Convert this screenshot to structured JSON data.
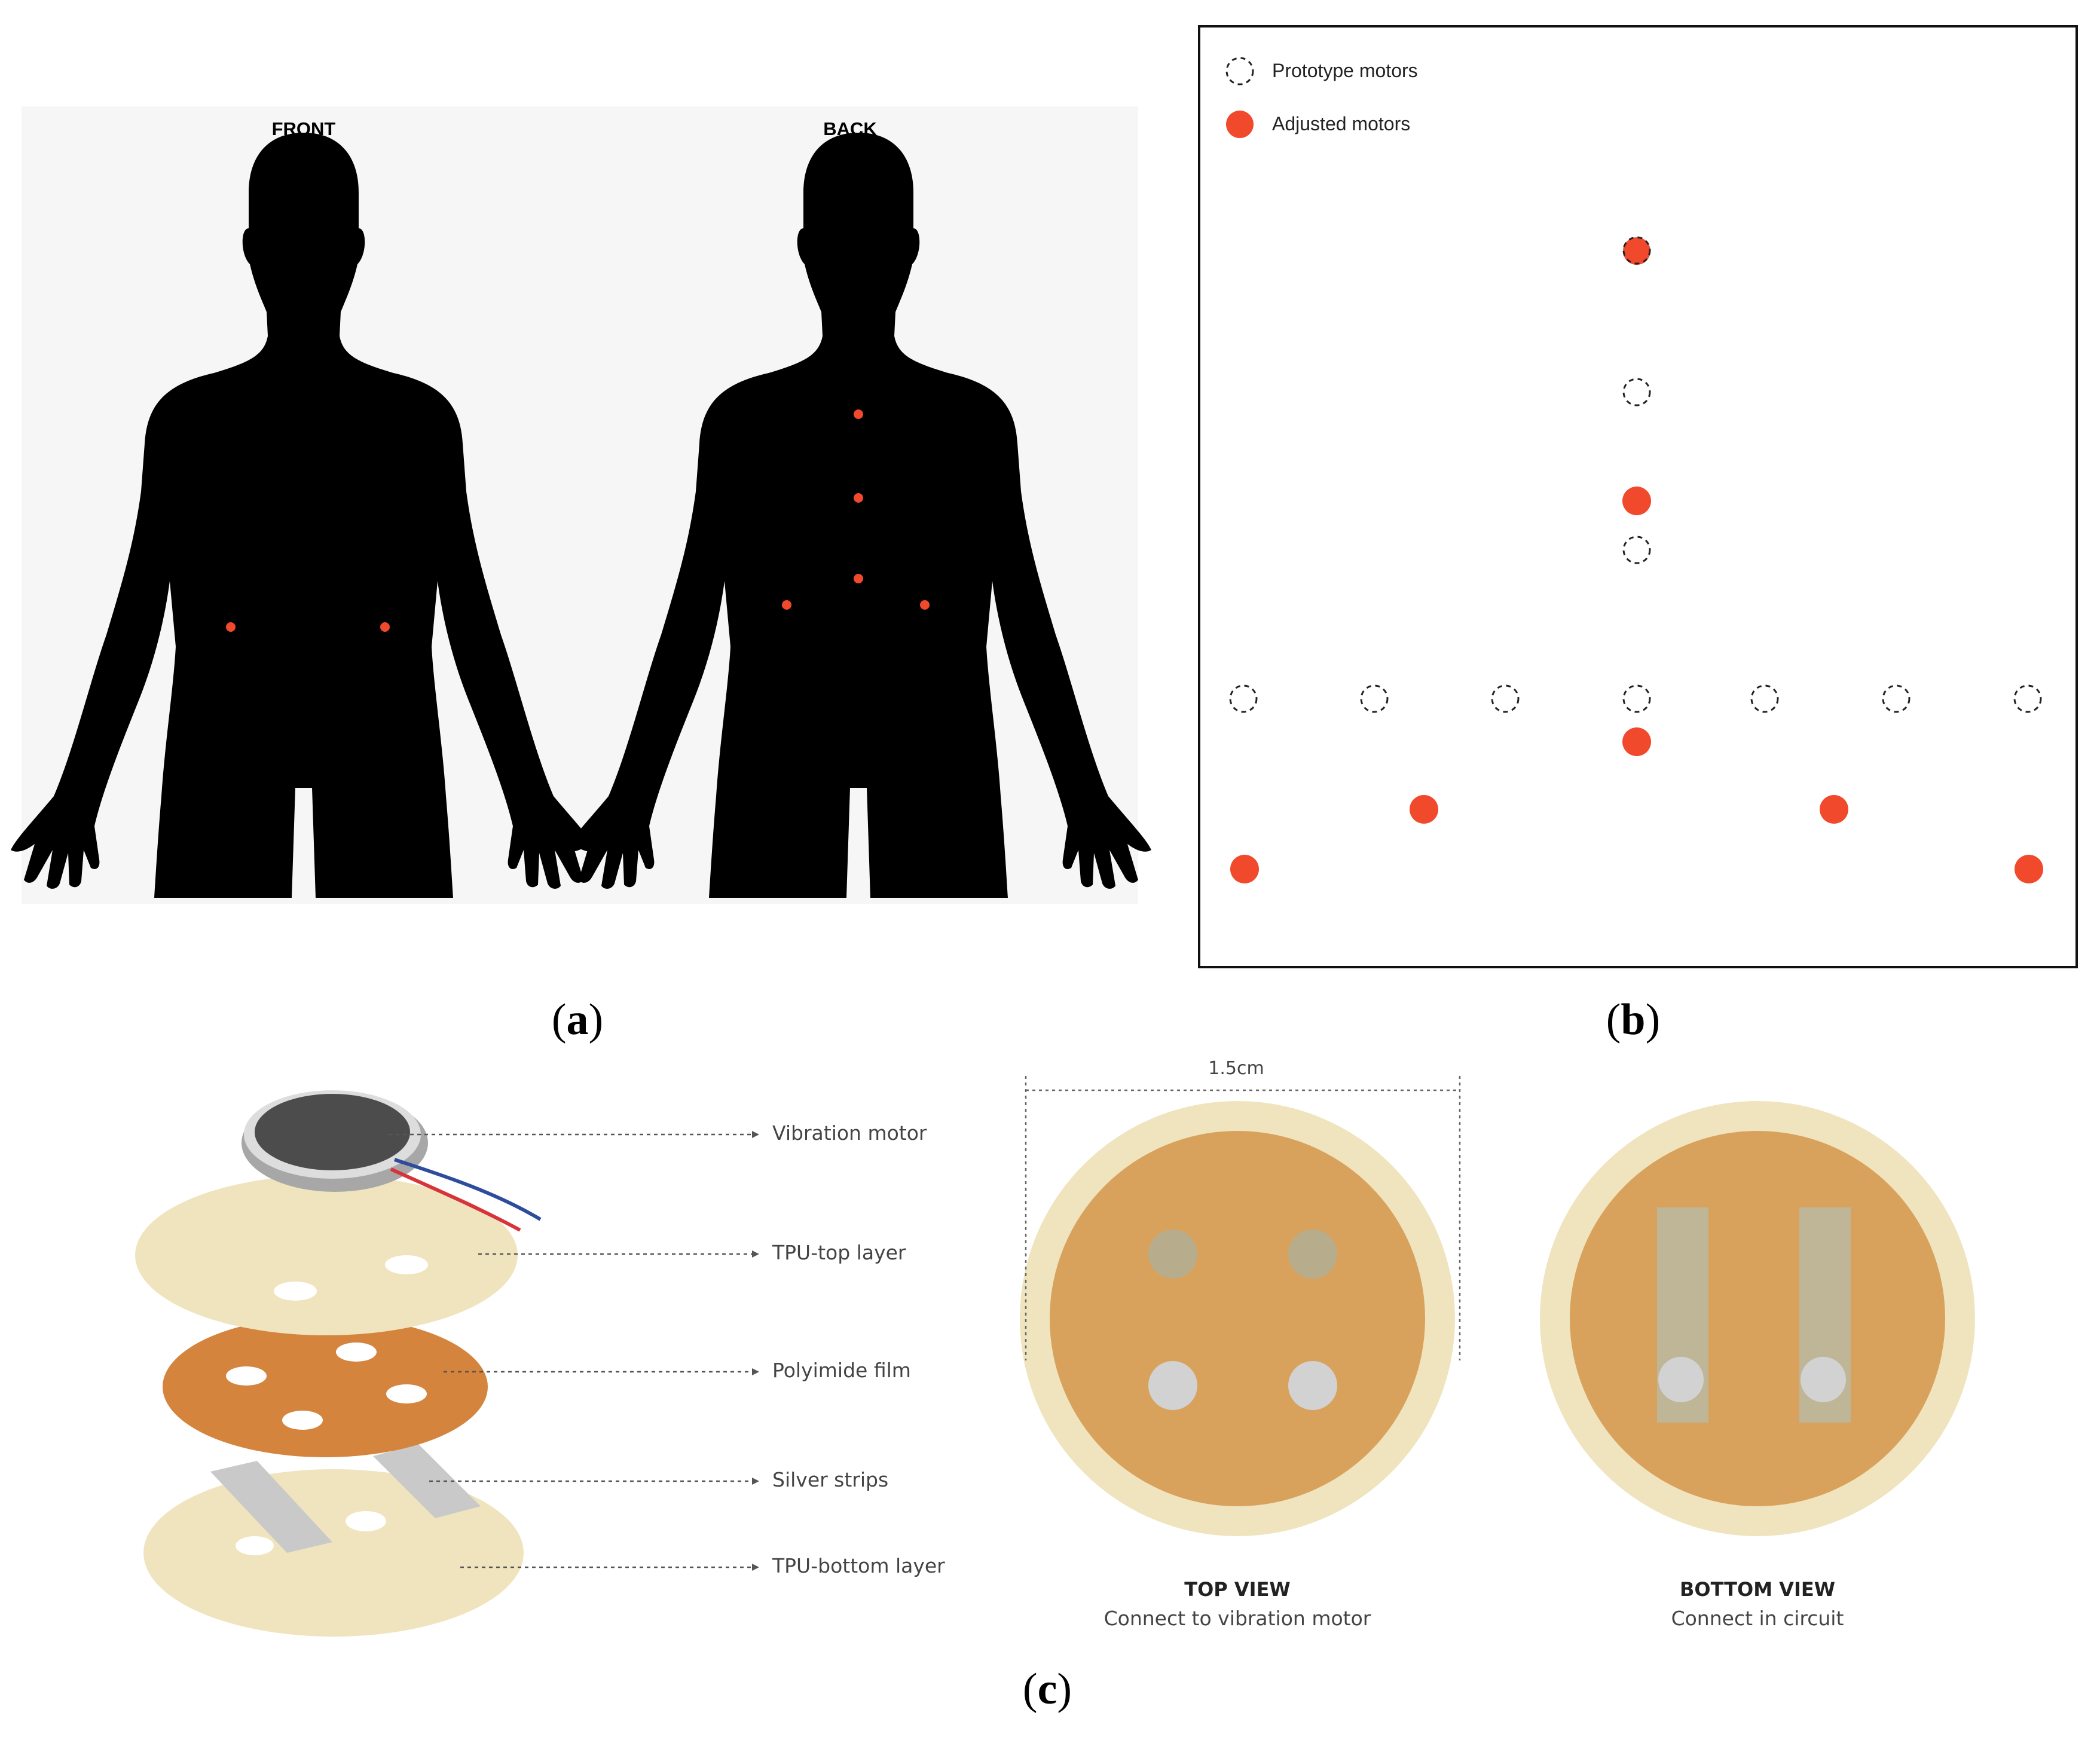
{
  "panel_a": {
    "front_label": "FRONT",
    "back_label": "BACK",
    "caption_open": "(",
    "caption_letter": "a",
    "caption_close": ")",
    "silhouette_color": "#000000",
    "marker_color": "#f0492b"
  },
  "panel_b": {
    "legend": [
      {
        "label": "Prototype motors",
        "icon": "dashed-circle-icon"
      },
      {
        "label": "Adjusted motors",
        "icon": "filled-circle-icon"
      }
    ],
    "caption_open": "(",
    "caption_letter": "b",
    "caption_close": ")",
    "adjusted_color": "#f0492b"
  },
  "panel_c": {
    "callouts": [
      "Vibration motor",
      "TPU-top layer",
      "Polyimide film",
      "Silver strips",
      "TPU-bottom layer"
    ],
    "dimension": "1.5cm",
    "top_view_title": "TOP VIEW",
    "top_view_sub": "Connect to vibration motor",
    "bottom_view_title": "BOTTOM VIEW",
    "bottom_view_sub": "Connect in circuit",
    "caption_open": "(",
    "caption_letter": "c",
    "caption_close": ")",
    "colors": {
      "tpu": "#efe4be",
      "polyimide": "#d9a25c",
      "polyimide_exploded": "#d4843d",
      "silver": "#c8c8c8"
    }
  }
}
